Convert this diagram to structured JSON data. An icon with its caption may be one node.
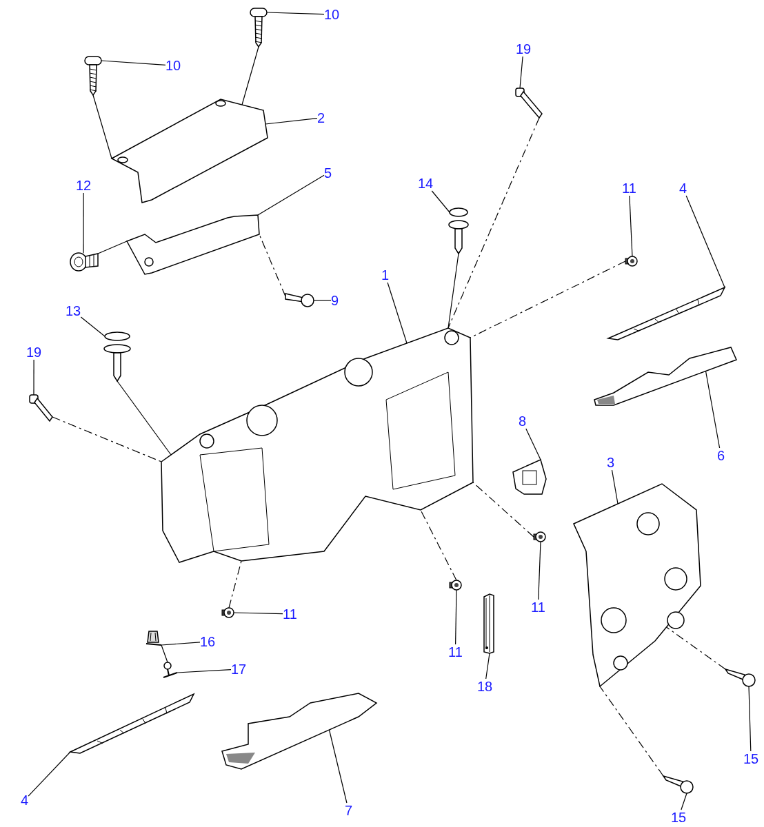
{
  "diagram": {
    "nodes": [
      {
        "text": [
          "10"
        ]
      },
      {
        "text": [],
        "shape": "picture"
      },
      {
        "text": [
          "10"
        ]
      },
      {
        "text": [],
        "shape": "picture"
      },
      {
        "text": [
          "2"
        ]
      },
      {
        "text": [],
        "shape": "picture"
      },
      {
        "text": [
          "19"
        ]
      },
      {
        "text": [],
        "shape": "picture"
      },
      {
        "text": [
          "12"
        ]
      },
      {
        "text": [],
        "shape": "picture"
      },
      {
        "text": [
          "5"
        ]
      },
      {
        "text": [],
        "shape": "picture"
      },
      {
        "text": [
          "14"
        ]
      },
      {
        "text": [],
        "shape": "picture"
      },
      {
        "text": [
          "11"
        ]
      },
      {
        "text": [],
        "shape": "picture"
      },
      {
        "text": [
          "4"
        ]
      },
      {
        "text": [],
        "shape": "picture"
      },
      {
        "text": [
          "1"
        ]
      },
      {
        "text": [],
        "shape": "picture"
      },
      {
        "text": [
          "9"
        ]
      },
      {
        "text": [],
        "shape": "picture"
      },
      {
        "text": [
          "13"
        ]
      },
      {
        "text": [],
        "shape": "picture"
      },
      {
        "text": [
          "19"
        ]
      },
      {
        "text": [],
        "shape": "picture"
      },
      {
        "text": [
          "6"
        ]
      },
      {
        "text": [],
        "shape": "picture"
      },
      {
        "text": [
          "8"
        ]
      },
      {
        "text": [],
        "shape": "picture"
      },
      {
        "text": [
          "3"
        ]
      },
      {
        "text": [],
        "shape": "picture"
      },
      {
        "text": [
          "11"
        ]
      },
      {
        "text": [],
        "shape": "picture"
      },
      {
        "text": [
          "18"
        ]
      },
      {
        "text": [],
        "shape": "picture"
      },
      {
        "text": [
          "11"
        ]
      },
      {
        "text": [],
        "shape": "picture"
      },
      {
        "text": [
          "11"
        ]
      },
      {
        "text": [],
        "shape": "picture"
      },
      {
        "text": [
          "16"
        ]
      },
      {
        "text": [],
        "shape": "picture"
      },
      {
        "text": [
          "17"
        ]
      },
      {
        "text": [],
        "shape": "picture"
      },
      {
        "text": [
          "15"
        ]
      },
      {
        "text": [],
        "shape": "picture"
      },
      {
        "text": [
          "4"
        ]
      },
      {
        "text": [],
        "shape": "picture"
      },
      {
        "text": [
          "7"
        ]
      },
      {
        "text": [],
        "shape": "picture"
      },
      {
        "text": [
          "15"
        ]
      },
      {
        "text": [],
        "shape": "picture"
      }
    ],
    "edges": [
      {
        "from": 0,
        "to": 1,
        "arrow": "none"
      },
      {
        "from": 2,
        "to": 3,
        "arrow": "none"
      },
      {
        "from": 4,
        "to": 5,
        "arrow": "none"
      },
      {
        "from": 6,
        "to": 7,
        "arrow": "none"
      },
      {
        "from": 8,
        "to": 9,
        "arrow": "none"
      },
      {
        "from": 10,
        "to": 11,
        "arrow": "none"
      },
      {
        "from": 12,
        "to": 13,
        "arrow": "none"
      },
      {
        "from": 14,
        "to": 15,
        "arrow": "none"
      },
      {
        "from": 16,
        "to": 17,
        "arrow": "none"
      },
      {
        "from": 18,
        "to": 19,
        "arrow": "none"
      },
      {
        "from": 20,
        "to": 21,
        "arrow": "none"
      },
      {
        "from": 22,
        "to": 23,
        "arrow": "none"
      },
      {
        "from": 24,
        "to": 25,
        "arrow": "none"
      },
      {
        "from": 26,
        "to": 27,
        "arrow": "none"
      },
      {
        "from": 28,
        "to": 29,
        "arrow": "none"
      },
      {
        "from": 30,
        "to": 31,
        "arrow": "none"
      },
      {
        "from": 32,
        "to": 33,
        "arrow": "none"
      },
      {
        "from": 34,
        "to": 35,
        "arrow": "none"
      },
      {
        "from": 36,
        "to": 37,
        "arrow": "none"
      },
      {
        "from": 38,
        "to": 39,
        "arrow": "none"
      },
      {
        "from": 40,
        "to": 41,
        "arrow": "none"
      },
      {
        "from": 42,
        "to": 43,
        "arrow": "none"
      },
      {
        "from": 44,
        "to": 45,
        "arrow": "none"
      },
      {
        "from": 46,
        "to": 47,
        "arrow": "none"
      },
      {
        "from": 48,
        "to": 49,
        "arrow": "none"
      },
      {
        "from": 50,
        "to": 51,
        "arrow": "none"
      },
      {
        "from": 1,
        "to": 5,
        "arrow": "none"
      },
      {
        "from": 3,
        "to": 5,
        "arrow": "none"
      },
      {
        "from": 7,
        "to": 19,
        "arrow": "none",
        "style": "dashed"
      },
      {
        "from": 9,
        "to": 11,
        "arrow": "none"
      },
      {
        "from": 13,
        "to": 19,
        "arrow": "none"
      },
      {
        "from": 15,
        "to": 19,
        "arrow": "none",
        "style": "dashed"
      },
      {
        "from": 21,
        "to": 11,
        "arrow": "none",
        "style": "dashed"
      },
      {
        "from": 23,
        "to": 19,
        "arrow": "none"
      },
      {
        "from": 25,
        "to": 19,
        "arrow": "none",
        "style": "dashed"
      },
      {
        "from": 33,
        "to": 19,
        "arrow": "none",
        "style": "dashed"
      },
      {
        "from": 37,
        "to": 19,
        "arrow": "none",
        "style": "dashed"
      },
      {
        "from": 39,
        "to": 19,
        "arrow": "none",
        "style": "dashed"
      },
      {
        "from": 41,
        "to": 43,
        "arrow": "none"
      },
      {
        "from": 45,
        "to": 31,
        "arrow": "none",
        "style": "dashed"
      },
      {
        "from": 51,
        "to": 31,
        "arrow": "none",
        "style": "dashed"
      }
    ]
  }
}
